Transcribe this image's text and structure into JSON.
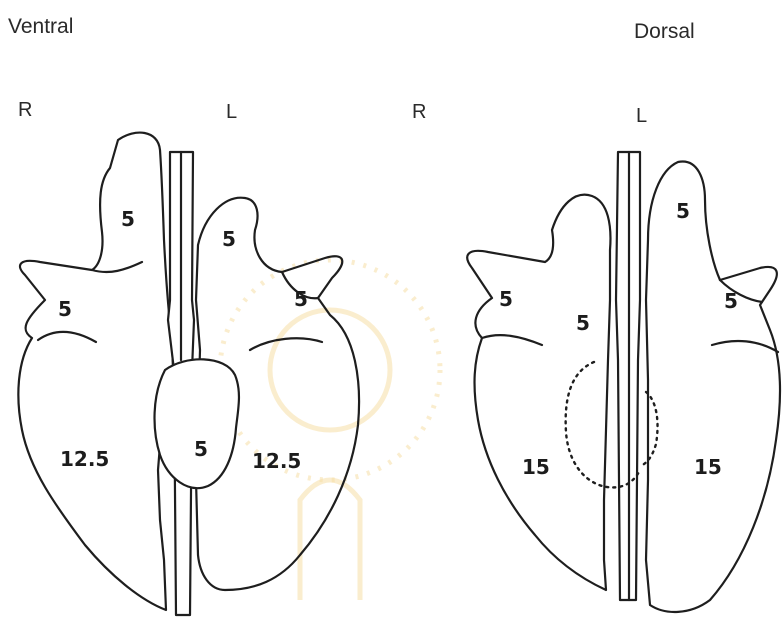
{
  "views": {
    "ventral": {
      "title": "Ventral",
      "right": "R",
      "left": "L",
      "lobes": {
        "right_cranial": "5",
        "right_middle": "5",
        "right_caudal": "12.5",
        "left_cranial": "5",
        "left_middle": "5",
        "left_caudal": "12.5",
        "accessory": "5"
      }
    },
    "dorsal": {
      "title": "Dorsal",
      "right": "R",
      "left": "L",
      "lobes": {
        "right_cranial": "5",
        "right_middle": "5",
        "right_caudal": "15",
        "left_cranial": "5",
        "left_middle": "5",
        "left_caudal": "15"
      }
    }
  },
  "colors": {
    "line": "#1e1e1e",
    "text": "#2a2a2a",
    "watermark": "#f6dfa6"
  }
}
